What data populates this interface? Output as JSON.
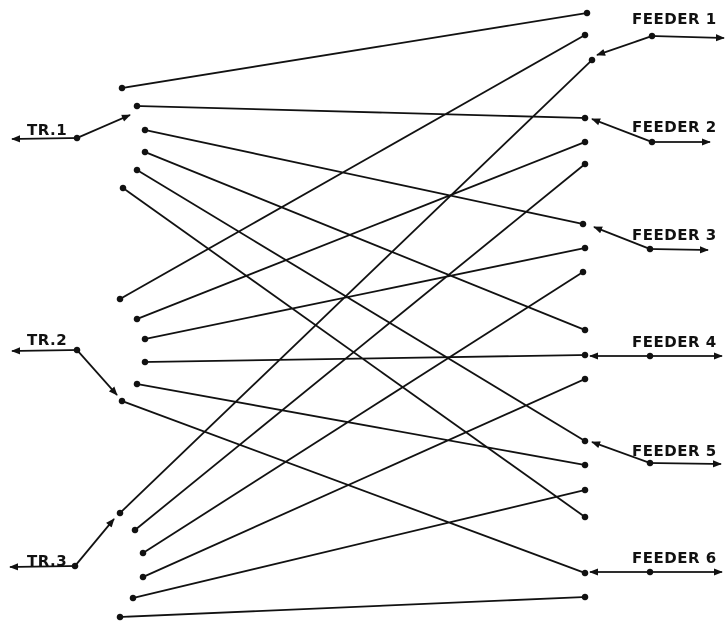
{
  "transformers": [
    "TR.1",
    "TR.2",
    "TR.3"
  ],
  "feeders": [
    "FEEDER 1",
    "FEEDER 2",
    "FEEDER 3",
    "FEEDER 4",
    "FEEDER 5",
    "FEEDER 6"
  ]
}
